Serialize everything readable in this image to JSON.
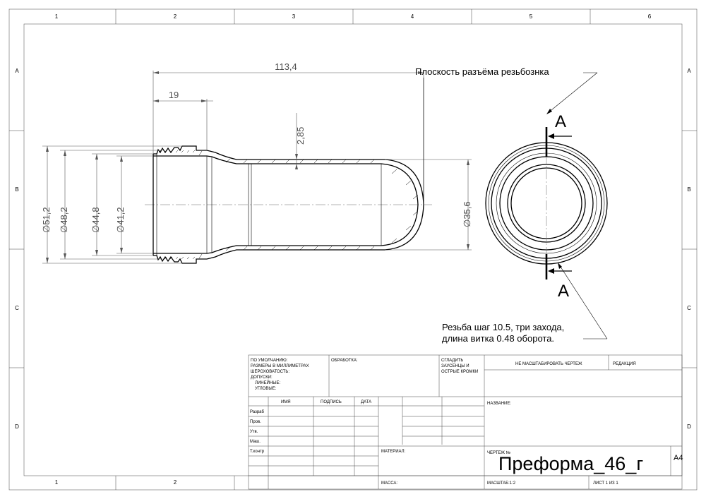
{
  "zones": {
    "columns": [
      "1",
      "2",
      "3",
      "4",
      "5",
      "6"
    ],
    "rows": [
      "A",
      "B",
      "C",
      "D"
    ],
    "bottom_columns": [
      "1",
      "2"
    ]
  },
  "dimensions": {
    "overall_length": "113,4",
    "neck_length": "19",
    "wall": "2,85",
    "d1": "∅51,2",
    "d2": "∅48,2",
    "d3": "∅44,8",
    "d4": "∅41,2",
    "d5": "∅35,6"
  },
  "annotations": {
    "parting_plane": "Плоскость разъёма резьбознка",
    "section_top": "А",
    "section_bottom": "А",
    "thread_line1": "Резьба шаг 10.5, три захода,",
    "thread_line2": "длина витка 0.48 оборота."
  },
  "title_block": {
    "defaults": [
      "ПО УМОЛЧАНИЮ:",
      "РАЗМЕРЫ В МИЛЛИМЕТРАХ",
      "ШЕРОХОВАТОСТЬ:",
      "ДОПУСКИ:",
      "ЛИНЕЙНЫЕ:",
      "УГЛОВЫЕ:"
    ],
    "finish": "ОБРАБОТКА:",
    "deburr": [
      "СГЛАДИТЬ",
      "ЗАУСЕНЦЫ И",
      "ОСТРЫЕ КРОМКИ"
    ],
    "no_scale": "НЕ МАСШТАБИРОВАТЬ ЧЕРТЕЖ",
    "revision": "РЕДАКЦИЯ",
    "col_name": "ИМЯ",
    "col_sign": "ПОДПИСЬ",
    "col_date": "ДАТА",
    "roles": [
      "Разраб",
      "Пров.",
      "Утв.",
      "Маш.",
      "Т.контр"
    ],
    "name_label": "НАЗВАНИЕ:",
    "material_label": "МАТЕРИАЛ:",
    "drawing_label": "ЧЕРТЕЖ №",
    "drawing_title": "Преформа_46_г",
    "sheet_size": "A4",
    "mass_label": "МАССА:",
    "scale_label": "МАСШТАБ:1:2",
    "sheet_label": "ЛИСТ 1 ИЗ 1"
  }
}
